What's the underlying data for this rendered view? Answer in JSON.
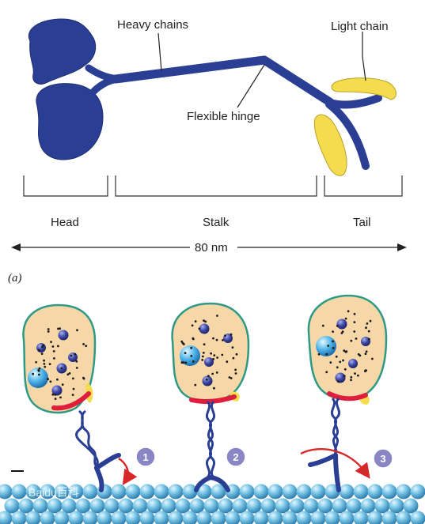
{
  "labels": {
    "heavy_chains": "Heavy chains",
    "light_chain": "Light chain",
    "flexible_hinge": "Flexible hinge",
    "head": "Head",
    "stalk": "Stalk",
    "tail": "Tail",
    "length": "80 nm",
    "panel": "(a)"
  },
  "steps": [
    "1",
    "2",
    "3"
  ],
  "watermark": "Baidu百科",
  "colors": {
    "myosin": "#2a3f94",
    "light_chain": "#f4dc4e",
    "vesicle_fill": "#f6d7a8",
    "vesicle_edge": "#2e9a86",
    "membrane": "#7cc8e8",
    "arrow": "#d62828",
    "step_badge": "#8a86c6"
  }
}
